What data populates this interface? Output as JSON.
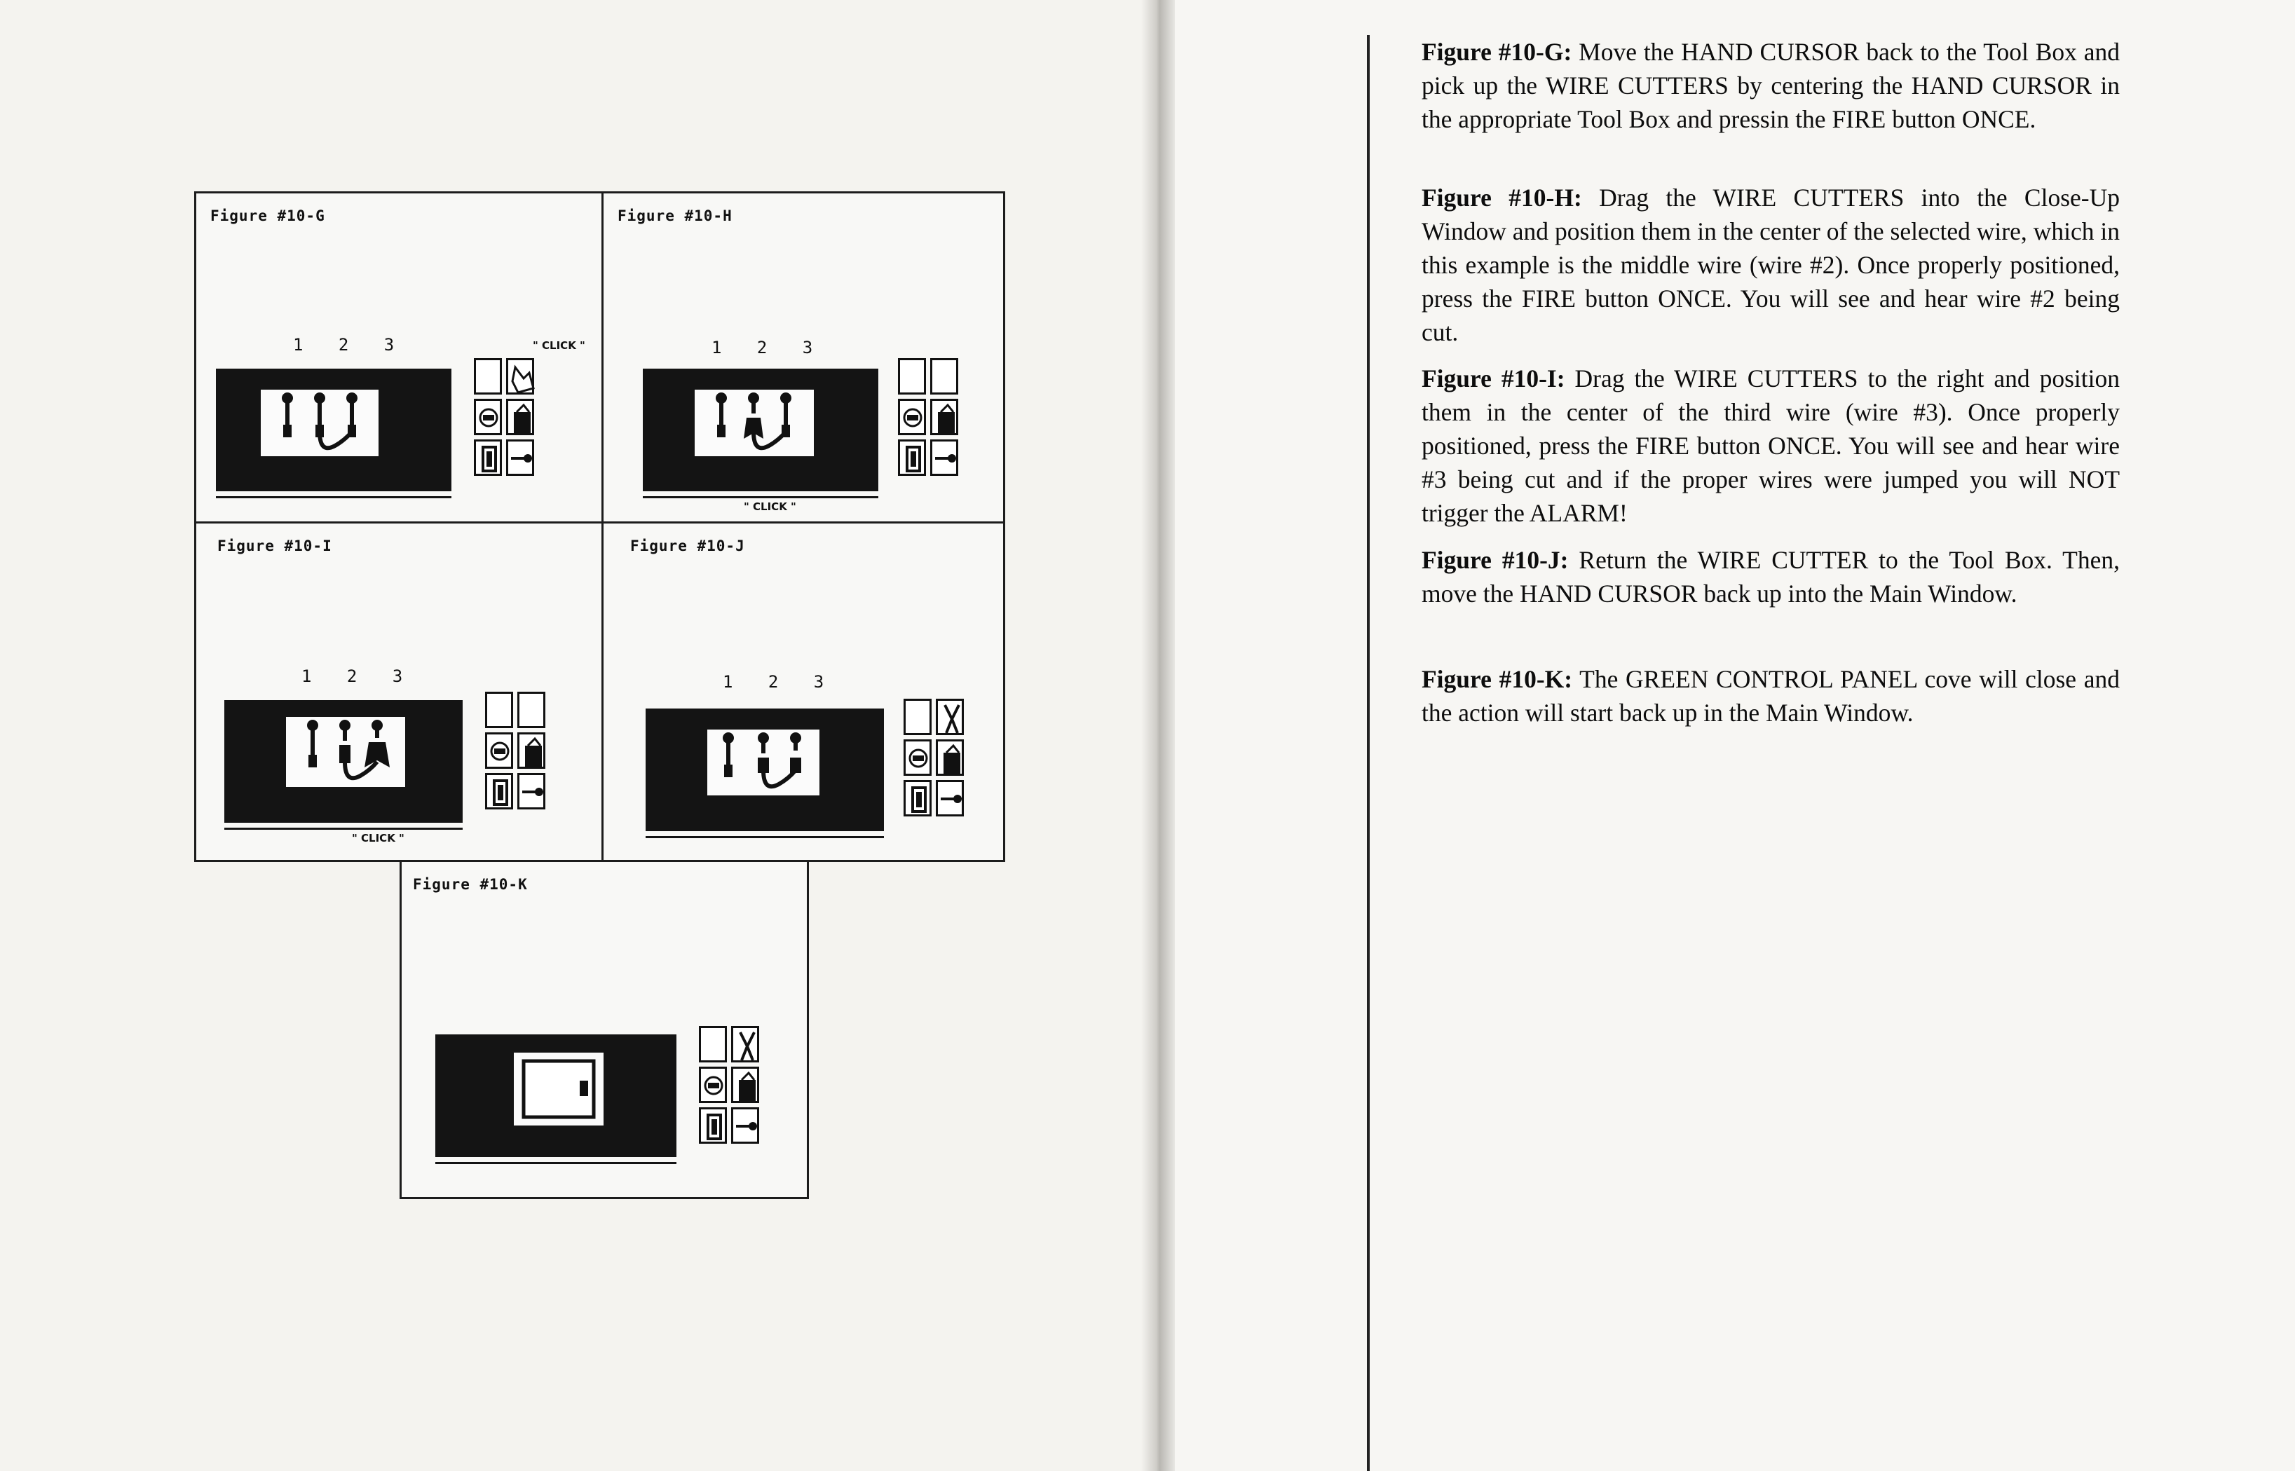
{
  "figures": [
    {
      "id": "g",
      "label": "Figure #10-G",
      "wire_numbers": "1 2 3",
      "click": "\" CLICK \""
    },
    {
      "id": "h",
      "label": "Figure #10-H",
      "wire_numbers": "1 2 3",
      "click": "\" CLICK \""
    },
    {
      "id": "i",
      "label": "Figure #10-I",
      "wire_numbers": "1 2 3",
      "click": "\" CLICK \""
    },
    {
      "id": "j",
      "label": "Figure #10-J",
      "wire_numbers": "1 2 3"
    },
    {
      "id": "k",
      "label": "Figure #10-K"
    }
  ],
  "paragraphs": [
    {
      "heading": "Figure #10-G:",
      "text": " Move the HAND CURSOR back to the Tool Box and pick up the WIRE CUTTERS by centering the HAND CURSOR in the appropriate Tool Box and pressin the FIRE button ONCE."
    },
    {
      "heading": "Figure #10-H:",
      "text": " Drag the WIRE CUTTERS into the Close-Up Window and position them in the center of the selected wire, which in this example is the middle wire (wire #2). Once properly positioned, press the FIRE button ONCE. You will see and hear wire #2 being cut."
    },
    {
      "heading": "Figure #10-I:",
      "text": " Drag the WIRE CUTTERS to the right and position them in the center of the third wire (wire #3). Once properly positioned, press the FIRE button ONCE. You will see and hear wire #3 being cut and if the proper wires were jumped  you will NOT trigger the ALARM!"
    },
    {
      "heading": "Figure #10-J:",
      "text": " Return the WIRE CUTTER to the Tool Box. Then, move the HAND CURSOR back up into the Main Window."
    },
    {
      "heading": "Figure #10-K:",
      "text": " The GREEN CONTROL PANEL cove will close and the action will start back up in the Main Window."
    }
  ]
}
